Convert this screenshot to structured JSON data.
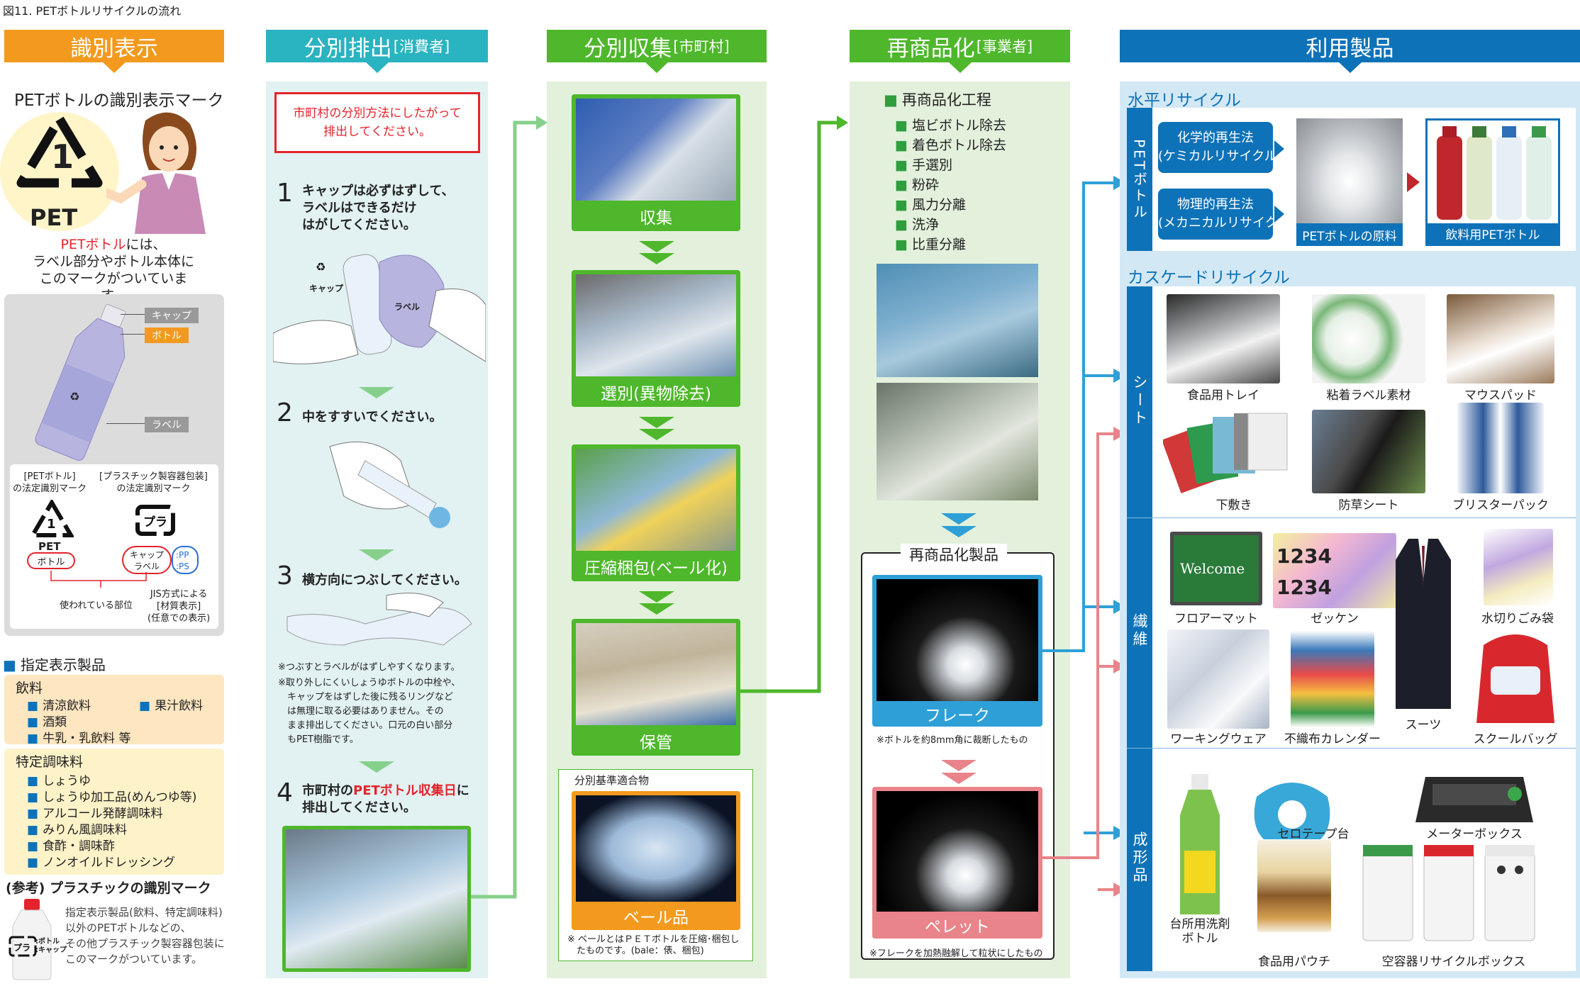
{
  "figure_title": "図11. PETボトルリサイクルの流れ",
  "headers": {
    "identification": "識別表示",
    "discharge": "分別排出",
    "discharge_sub": "[消費者]",
    "collection": "分別収集",
    "collection_sub": "[市町村]",
    "recycling": "再商品化",
    "recycling_sub": "[事業者]",
    "products": "利用製品"
  },
  "identification": {
    "mark_title": "PETボトルの識別表示マーク",
    "mark_number": "1",
    "mark_pet": "PET",
    "desc_red": "PETボトル",
    "desc_1": "には、",
    "desc_2": "ラベル部分やボトル本体に",
    "desc_3": "このマークがついています。",
    "labels": [
      "キャップ",
      "ボトル",
      "ラベル"
    ],
    "legal_pet": "[PETボトル]\nの法定識別マーク",
    "legal_plastic": "[プラスチック製容器包装]\nの法定識別マーク",
    "pet_bottle_word": "ボトル",
    "plastic_word": "プラ",
    "cap_label": "キャップ\nラベル",
    "pp_ps": ":PP\n:PS",
    "used_part": "使われている部位",
    "jis_note": "JIS方式による\n[材質表示]\n(任意での表示)",
    "designated_title": "指定表示製品",
    "drinks_title": "飲料",
    "drinks": [
      "清涼飲料",
      "果汁飲料",
      "酒類",
      "牛乳・乳飲料 等"
    ],
    "seasonings_title": "特定調味料",
    "seasonings": [
      "しょうゆ",
      "しょうゆ加工品(めんつゆ等)",
      "アルコール発酵調味料",
      "みりん風調味料",
      "食酢・調味酢",
      "ノンオイルドレッシング"
    ],
    "ref_title": "(参考) プラスチックの識別マーク",
    "ref_text": "指定表示製品(飲料、特定調味料)\n以外のPETボトルなどの、\nその他プラスチック製容器包装に\nこのマークがついています。",
    "ref_mark": ":ボトル\n:キャップ"
  },
  "discharge": {
    "notice": "市町村の分別方法にしたがって\n排出してください。",
    "steps": [
      {
        "num": "1",
        "text": "キャップは必ずはずして、\nラベルはできるだけ\nはがしてください。"
      },
      {
        "num": "2",
        "text": "中をすすいでください。"
      },
      {
        "num": "3",
        "text": "横方向につぶしてください。"
      },
      {
        "num": "4",
        "text_a": "市町村の",
        "text_red": "PETボトル収集日",
        "text_b": "に\n排出してください。"
      }
    ],
    "cap_word": "キャップ",
    "label_word": "ラベル",
    "note1": "※つぶすとラベルがはずしやすくなります。",
    "note2": "※取り外しにくいしょうゆボトルの中栓や、\n　キャップをはずした後に残るリングなど\n　は無理に取る必要はありません。その\n　まま排出してください。口元の白い部分\n　もPET樹脂です。"
  },
  "collection": {
    "captions": [
      "収集",
      "選別(異物除去)",
      "圧縮梱包(ベール化)",
      "保管"
    ],
    "bale_title": "分別基準適合物",
    "bale_caption": "ベール品",
    "bale_note": "※ ベールとはＰＥＴボトルを圧縮･梱包し\n　たものです。(bale：俵、梱包)"
  },
  "recycling": {
    "process_title": "再商品化工程",
    "process_steps": [
      "塩ビボトル除去",
      "着色ボトル除去",
      "手選別",
      "粉砕",
      "風力分離",
      "洗浄",
      "比重分離"
    ],
    "products_title": "再商品化製品",
    "flake": "フレーク",
    "flake_note": "※ボトルを約8mm角に裁断したもの",
    "pellet": "ペレット",
    "pellet_note": "※フレークを加熱融解して粒状にしたもの"
  },
  "products": {
    "horizontal_title": "水平リサイクル",
    "pet_bottle_vertical": "PETボトル",
    "chemical": "化学的再生法\n(ケミカルリサイクル)",
    "physical": "物理的再生法\n(メカニカルリサイクル)",
    "raw_material": "PETボトルの原料",
    "drink_bottle": "飲料用PETボトル",
    "cascade_title": "カスケードリサイクル",
    "sheet_label": "シート",
    "fiber_label": "繊維",
    "molded_label": "成形品",
    "sheet_items": [
      "食品用トレイ",
      "粘着ラベル素材",
      "マウスパッド",
      "下敷き",
      "防草シート",
      "ブリスターパック"
    ],
    "fiber_items": [
      "フロアーマット",
      "ゼッケン",
      "スーツ",
      "水切りごみ袋",
      "ワーキングウェア",
      "不織布カレンダー",
      "スクールバッグ"
    ],
    "molded_items": [
      "台所用洗剤\nボトル",
      "セロテープ台",
      "メーターボックス",
      "食品用パウチ",
      "空容器リサイクルボックス"
    ],
    "welcome": "Welcome",
    "zekken": "1234"
  },
  "colors": {
    "orange": "#f39a1e",
    "teal": "#2ab3c0",
    "green": "#4eb72b",
    "blue": "#0e72b8",
    "light_blue": "#2ea0d7",
    "pink": "#e9848a",
    "red": "#e3242b"
  }
}
